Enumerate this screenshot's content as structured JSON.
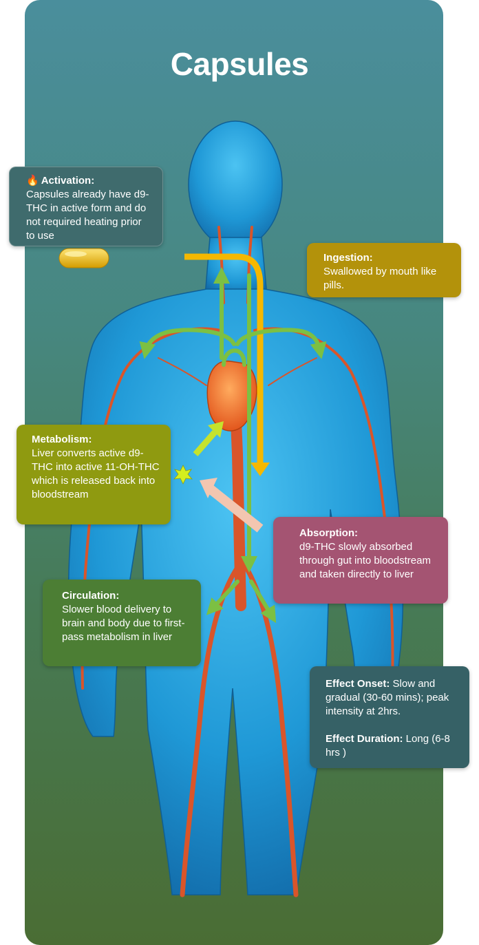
{
  "title": "Capsules",
  "activation": {
    "icon": "flame-icon",
    "heading": "Activation:",
    "text": "Capsules already have d9-THC in active form and do not required heating prior to use"
  },
  "ingestion": {
    "heading": "Ingestion:",
    "text": "Swallowed by mouth like pills."
  },
  "metabolism": {
    "heading": "Metabolism:",
    "text": "Liver converts active d9-THC into active 11-OH-THC which is released back into bloodstream"
  },
  "absorption": {
    "heading": "Absorption:",
    "text": "d9-THC slowly absorbed through gut into bloodstream and taken directly to liver"
  },
  "circulation": {
    "heading": "Circulation:",
    "text": "Slower blood delivery to brain and body due to first-pass metabolism in liver"
  },
  "effects": {
    "onset_label": "Effect Onset:",
    "onset_text": "Slow and gradual (30-60 mins); peak intensity at 2hrs.",
    "duration_label": "Effect Duration:",
    "duration_text": "Long (6-8 hrs )"
  },
  "colors": {
    "panel_top": "#4a8e9c",
    "panel_bottom": "#4a6d34",
    "body_blue": "#2aa7e0",
    "vessel": "#d9552a",
    "ingestion_arrow": "#f5b800",
    "circulation_arrow": "#7cc043",
    "metabolism_arrow": "#c5e32d",
    "absorption_arrow": "#f3c6b0"
  }
}
